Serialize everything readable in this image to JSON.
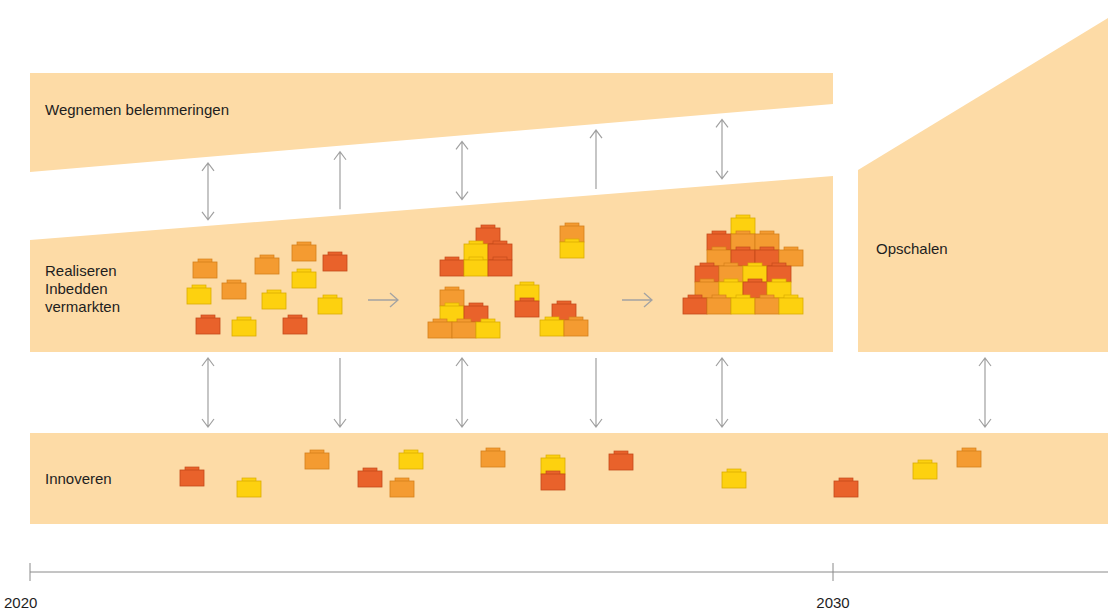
{
  "diagram": {
    "nodes": [
      {
        "text": [
          "Wegnemen belemmeringen"
        ]
      },
      {
        "text": [
          "Realiseren Inbedden vermarkten"
        ]
      },
      {
        "text": [
          "Opschalen"
        ]
      },
      {
        "text": [
          "Innoveren"
        ]
      }
    ],
    "edges": [
      {
        "from": 0,
        "to": 1,
        "arrow": "both"
      },
      {
        "from": 1,
        "to": 0,
        "arrow": "to"
      },
      {
        "from": 0,
        "to": 1,
        "arrow": "both"
      },
      {
        "from": 1,
        "to": 0,
        "arrow": "to"
      },
      {
        "from": 0,
        "to": 1,
        "arrow": "both"
      },
      {
        "from": 1,
        "to": 3,
        "arrow": "both"
      },
      {
        "from": 1,
        "to": 3,
        "arrow": "to"
      },
      {
        "from": 1,
        "to": 3,
        "arrow": "both"
      },
      {
        "from": 1,
        "to": 3,
        "arrow": "to"
      },
      {
        "from": 1,
        "to": 3,
        "arrow": "both"
      },
      {
        "from": 2,
        "to": 3,
        "arrow": "both"
      }
    ],
    "labels": [
      "2020",
      "2030"
    ]
  }
}
